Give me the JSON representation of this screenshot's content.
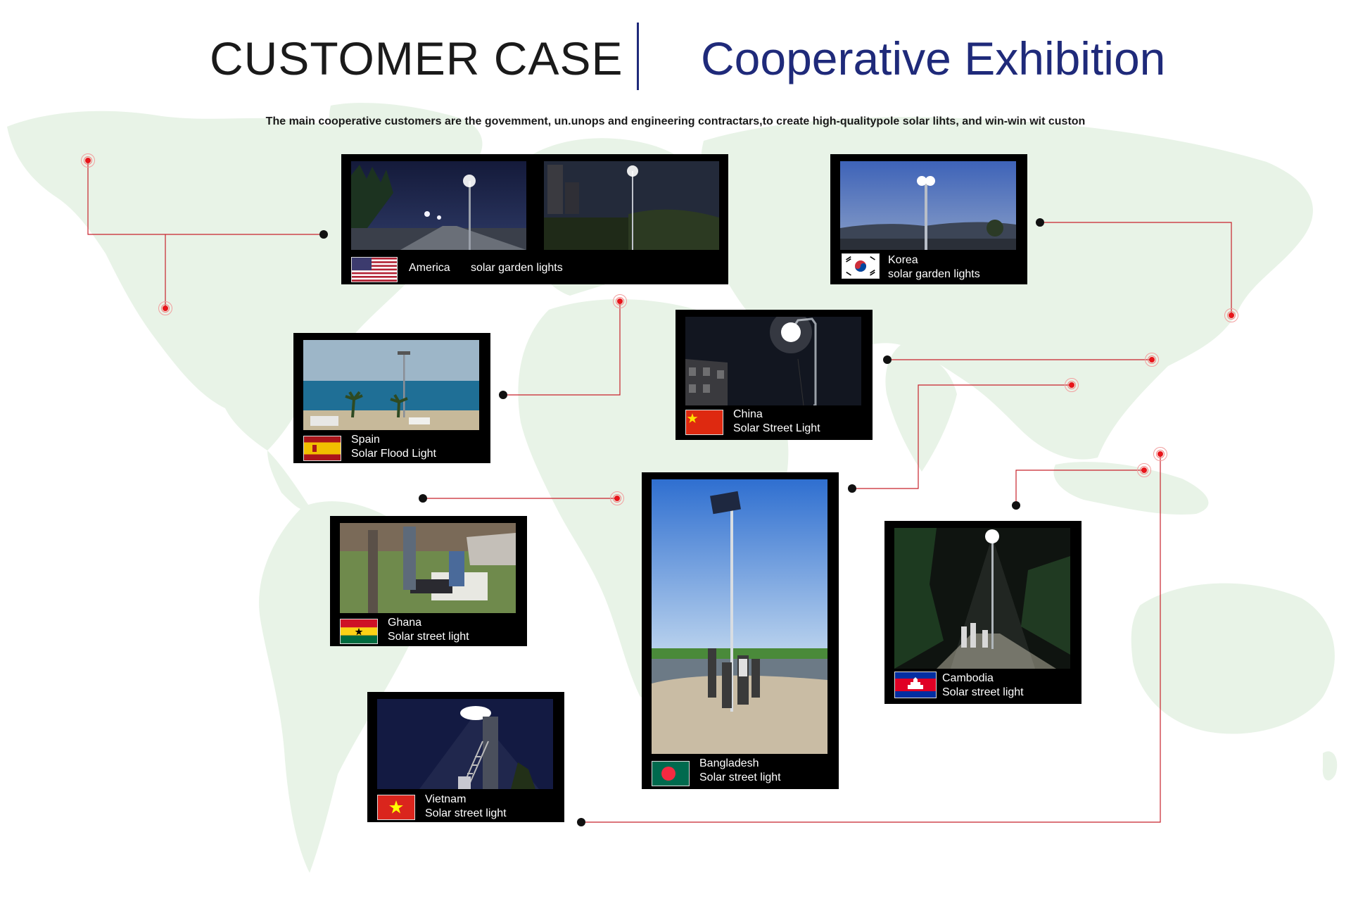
{
  "header": {
    "title_left": "CUSTOMER CASE",
    "title_right": "Cooperative Exhibition",
    "subtitle": "The main cooperative customers are the govemment, un.unops and engineering contractars,to create high-qualitypole solar lihts, and win-win wit custon"
  },
  "colors": {
    "title_right": "#1f2a7a",
    "map": "#e8f3e7",
    "connector": "#c8232c",
    "pin": "#e8141a",
    "card": "#000000"
  },
  "cases": {
    "america": {
      "country": "America",
      "product": "solar garden lights",
      "flag": "us-flag"
    },
    "korea": {
      "country": "Korea",
      "product": "solar garden lights",
      "flag": "kr-flag"
    },
    "spain": {
      "country": "Spain",
      "product": "Solar Flood Light",
      "flag": "es-flag"
    },
    "china": {
      "country": "China",
      "product": "Solar Street Light",
      "flag": "cn-flag"
    },
    "ghana": {
      "country": "Ghana",
      "product": "Solar street light",
      "flag": "gh-flag"
    },
    "bangladesh": {
      "country": "Bangladesh",
      "product": "Solar street light",
      "flag": "bd-flag"
    },
    "cambodia": {
      "country": "Cambodia",
      "product": "Solar street light",
      "flag": "kh-flag"
    },
    "vietnam": {
      "country": "Vietnam",
      "product": "Solar street light",
      "flag": "vn-flag"
    }
  }
}
